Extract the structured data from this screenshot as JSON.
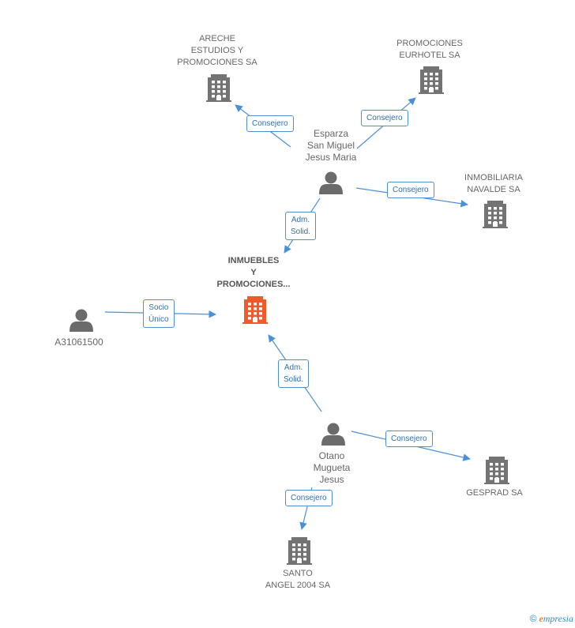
{
  "nodes": {
    "areche": {
      "label": [
        "ARECHE",
        "ESTUDIOS Y",
        "PROMOCIONES SA"
      ],
      "kind": "company"
    },
    "eurhotel": {
      "label": [
        "PROMOCIONES",
        "EURHOTEL SA"
      ],
      "kind": "company"
    },
    "esparza": {
      "label": [
        "Esparza",
        "San Miguel",
        "Jesus Maria"
      ],
      "kind": "person"
    },
    "navalde": {
      "label": [
        "INMOBILIARIA",
        "NAVALDE SA"
      ],
      "kind": "company"
    },
    "inmuebles": {
      "label": [
        "INMUEBLES",
        "Y",
        "PROMOCIONES..."
      ],
      "kind": "company-main"
    },
    "a3106": {
      "label": [
        "A31061500"
      ],
      "kind": "person"
    },
    "otano": {
      "label": [
        "Otano",
        "Mugueta",
        "Jesus"
      ],
      "kind": "person"
    },
    "gesprad": {
      "label": [
        "GESPRAD SA"
      ],
      "kind": "company"
    },
    "santo": {
      "label": [
        "SANTO",
        "ANGEL 2004 SA"
      ],
      "kind": "company"
    }
  },
  "edges": [
    {
      "id": "e1",
      "from": "esparza",
      "to": "areche",
      "label": [
        "Consejero"
      ]
    },
    {
      "id": "e2",
      "from": "esparza",
      "to": "eurhotel",
      "label": [
        "Consejero"
      ]
    },
    {
      "id": "e3",
      "from": "esparza",
      "to": "navalde",
      "label": [
        "Consejero"
      ]
    },
    {
      "id": "e4",
      "from": "esparza",
      "to": "inmuebles",
      "label": [
        "Adm.",
        "Solid."
      ]
    },
    {
      "id": "e5",
      "from": "a3106",
      "to": "inmuebles",
      "label": [
        "Socio",
        "Único"
      ]
    },
    {
      "id": "e6",
      "from": "otano",
      "to": "inmuebles",
      "label": [
        "Adm.",
        "Solid."
      ]
    },
    {
      "id": "e7",
      "from": "otano",
      "to": "gesprad",
      "label": [
        "Consejero"
      ]
    },
    {
      "id": "e8",
      "from": "otano",
      "to": "santo",
      "label": [
        "Consejero"
      ]
    }
  ],
  "colors": {
    "edge": "#4a90d9",
    "edge_label_text": "#2f6fb5",
    "building": "#737373",
    "building_main": "#f0592a",
    "person": "#6b6b6b",
    "label_text": "#666666"
  },
  "footer": {
    "copyright": "©",
    "brand_initial": "e",
    "brand_rest": "mpresia"
  }
}
